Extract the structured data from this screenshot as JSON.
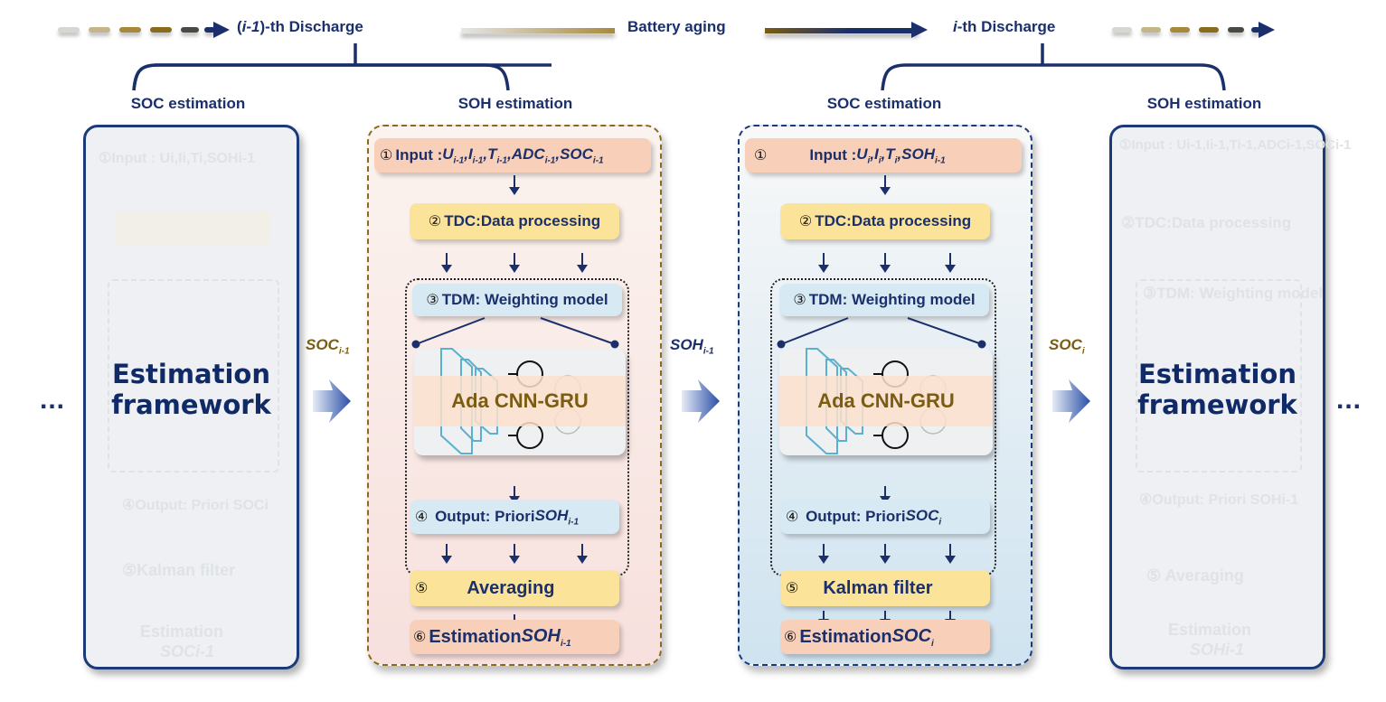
{
  "timeline": {
    "prev_discharge": "(i-1)-th Discharge",
    "prev_discharge_italic": "i-1",
    "aging": "Battery aging",
    "curr_discharge": "i-th Discharge",
    "curr_discharge_italic": "i"
  },
  "columns": [
    {
      "title": "SOC estimation",
      "state": "faded",
      "caption_line1": "Estimation",
      "caption_line2": "framework",
      "ghost": {
        "input": "①Input : Ui,Ii,Ti,SOHi-1",
        "output": "④Output: Priori SOCi",
        "step5": "⑤Kalman filter",
        "step6a": "Estimation",
        "step6b": "SOCi-1"
      }
    },
    {
      "title": "SOH estimation",
      "state": "active",
      "input": {
        "num": "①",
        "label": "Input : ",
        "vars": "Ui-1,Ii-1,Ti-1,ADCi-1,SOCi-1"
      },
      "step2": {
        "num": "②",
        "label": "TDC:Data processing"
      },
      "step3": {
        "num": "③",
        "label": "TDM: Weighting model"
      },
      "model": "Ada CNN-GRU",
      "step4": {
        "num": "④",
        "label": "Output: Priori ",
        "var": "SOH",
        "sub": "i-1"
      },
      "step5": {
        "num": "⑤",
        "label": "Averaging"
      },
      "step6": {
        "num": "⑥",
        "label": "Estimation ",
        "var": "SOH",
        "sub": "i-1"
      }
    },
    {
      "title": "SOC estimation",
      "state": "active",
      "input": {
        "num": "①",
        "label": "Input : ",
        "vars": "Ui,Ii,Ti,SOHi-1"
      },
      "step2": {
        "num": "②",
        "label": "TDC:Data processing"
      },
      "step3": {
        "num": "③",
        "label": "TDM: Weighting model"
      },
      "model": "Ada CNN-GRU",
      "step4": {
        "num": "④",
        "label": "Output: Priori ",
        "var": "SOC",
        "sub": "i"
      },
      "step5": {
        "num": "⑤",
        "label": "Kalman filter"
      },
      "step6": {
        "num": "⑥",
        "label": "Estimation ",
        "var": "SOC",
        "sub": "i"
      }
    },
    {
      "title": "SOH estimation",
      "state": "faded",
      "caption_line1": "Estimation",
      "caption_line2": "framework",
      "ghost": {
        "input": "①Input : Ui-1,Ii-1,Ti-1,ADCi-1,SOCi-1",
        "step2": "②TDC:Data processing",
        "step3": "③TDM: Weighting model",
        "output": "④Output: Priori SOHi-1",
        "step5": "⑤ Averaging",
        "step6a": "Estimation",
        "step6b": "SOHi-1"
      }
    }
  ],
  "transfers": [
    {
      "var": "SOC",
      "sub": "i-1"
    },
    {
      "var": "SOH",
      "sub": "i-1"
    },
    {
      "var": "SOC",
      "sub": "i"
    }
  ],
  "ellipsis": "..."
}
